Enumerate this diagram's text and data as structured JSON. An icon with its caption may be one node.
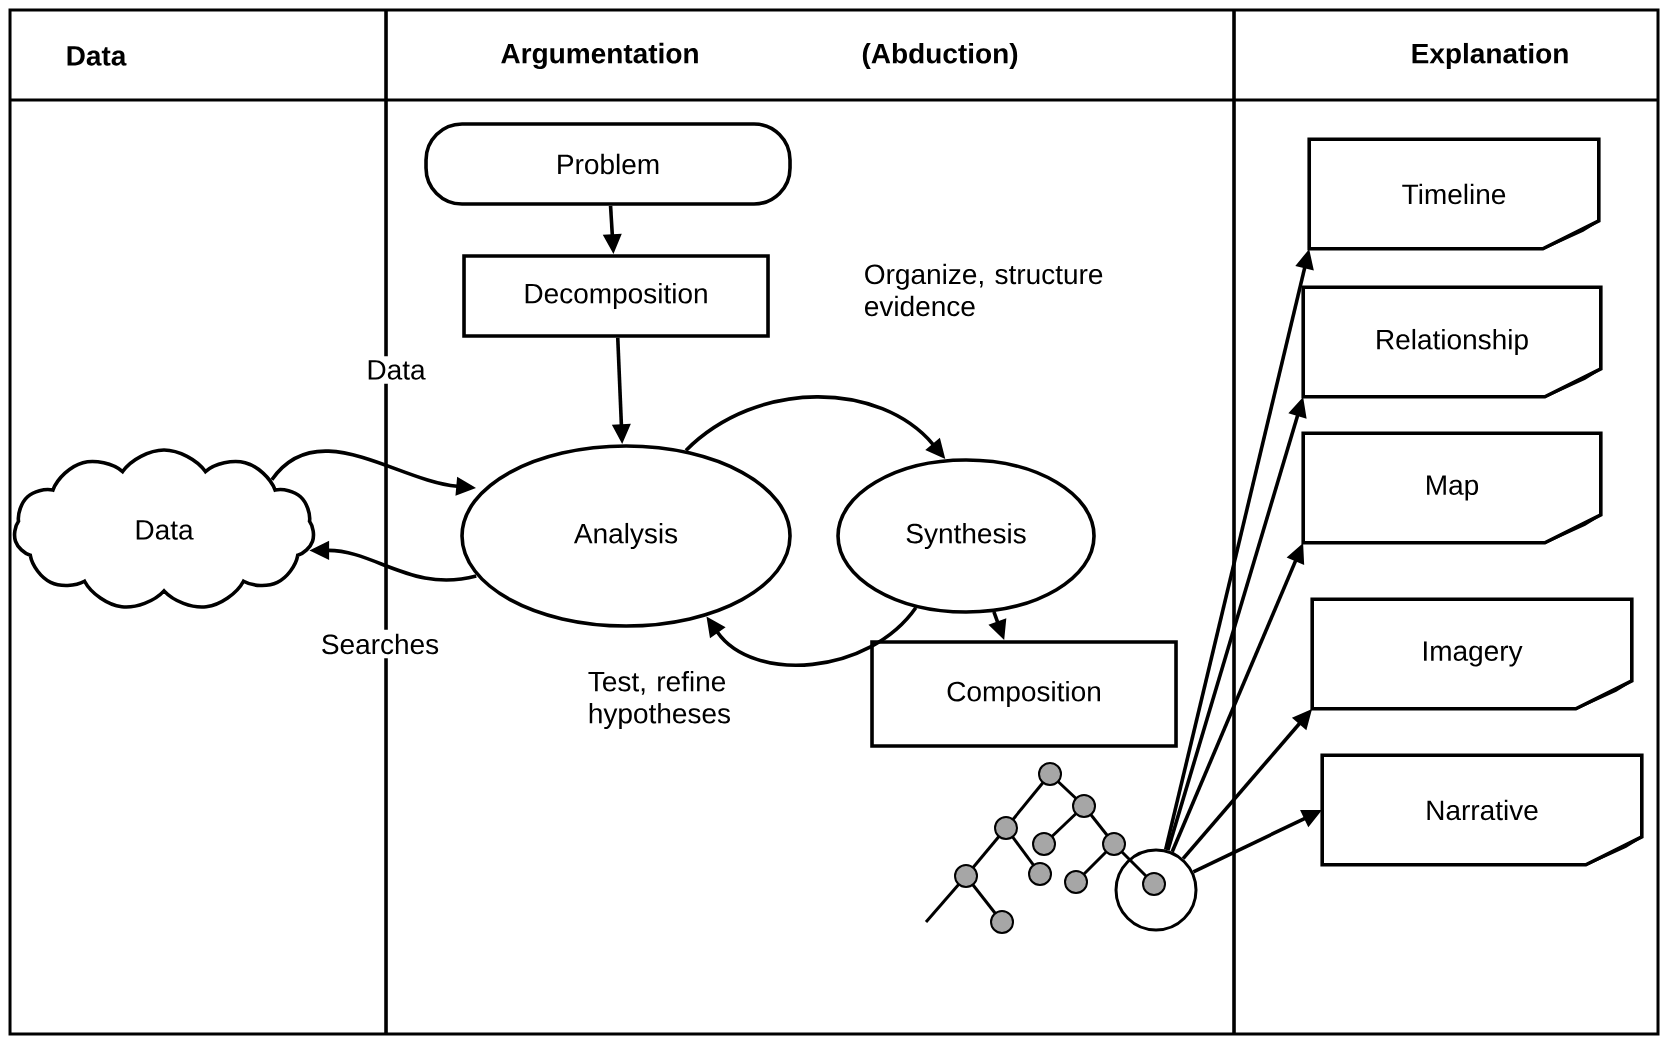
{
  "diagram": {
    "nodes": [
      {
        "text": [
          "Problem"
        ]
      },
      {
        "text": [
          "Decomposition"
        ]
      },
      {
        "text": [
          "Analysis"
        ]
      },
      {
        "text": [
          "Synthesis"
        ]
      },
      {
        "text": [
          "Composition"
        ]
      },
      {
        "text": [
          "Data"
        ]
      },
      {
        "text": [],
        "shape": "circle"
      },
      {
        "text": [
          "Timeline"
        ]
      },
      {
        "text": [
          "Relationship"
        ]
      },
      {
        "text": [
          "Map"
        ]
      },
      {
        "text": [
          "Imagery"
        ]
      },
      {
        "text": [
          "Narrative"
        ]
      }
    ],
    "edges": [
      {
        "from": 0,
        "to": 1,
        "arrow": "to"
      },
      {
        "from": 1,
        "to": 2,
        "arrow": "to"
      },
      {
        "from": 5,
        "to": 2,
        "arrow": "to",
        "label": "Data"
      },
      {
        "from": 2,
        "to": 5,
        "arrow": "to",
        "label": "Searches"
      },
      {
        "from": 2,
        "to": 3,
        "arrow": "to",
        "label": "Organize, structure evidence"
      },
      {
        "from": 3,
        "to": 2,
        "arrow": "to",
        "label": "Test, refine hypotheses"
      },
      {
        "from": 3,
        "to": 4,
        "arrow": "to"
      },
      {
        "from": 6,
        "to": 7,
        "arrow": "to"
      },
      {
        "from": 6,
        "to": 8,
        "arrow": "to"
      },
      {
        "from": 6,
        "to": 9,
        "arrow": "to"
      },
      {
        "from": 6,
        "to": 10,
        "arrow": "to"
      },
      {
        "from": 6,
        "to": 11,
        "arrow": "to"
      }
    ],
    "labels": [
      "Data",
      "Argumentation",
      "(Abduction)",
      "Explanation"
    ]
  }
}
